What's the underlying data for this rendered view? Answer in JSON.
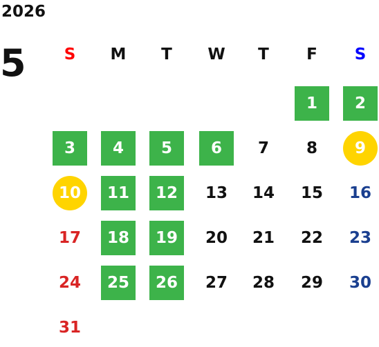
{
  "calendar": {
    "year": "2026",
    "month": "5",
    "weekdays": [
      {
        "label": "S",
        "color": "#ff0000"
      },
      {
        "label": "M",
        "color": "#111111"
      },
      {
        "label": "T",
        "color": "#111111"
      },
      {
        "label": "W",
        "color": "#111111"
      },
      {
        "label": "T",
        "color": "#111111"
      },
      {
        "label": "F",
        "color": "#111111"
      },
      {
        "label": "S",
        "color": "#0000ff"
      }
    ],
    "first_weekday_index": 5,
    "days": [
      {
        "day": "1",
        "highlight": "green"
      },
      {
        "day": "2",
        "highlight": "green"
      },
      {
        "day": "3",
        "highlight": "green"
      },
      {
        "day": "4",
        "highlight": "green"
      },
      {
        "day": "5",
        "highlight": "green"
      },
      {
        "day": "6",
        "highlight": "green"
      },
      {
        "day": "7",
        "highlight": "none"
      },
      {
        "day": "8",
        "highlight": "none"
      },
      {
        "day": "9",
        "highlight": "yellow"
      },
      {
        "day": "10",
        "highlight": "yellow"
      },
      {
        "day": "11",
        "highlight": "green"
      },
      {
        "day": "12",
        "highlight": "green"
      },
      {
        "day": "13",
        "highlight": "none"
      },
      {
        "day": "14",
        "highlight": "none"
      },
      {
        "day": "15",
        "highlight": "none"
      },
      {
        "day": "16",
        "highlight": "none"
      },
      {
        "day": "17",
        "highlight": "none"
      },
      {
        "day": "18",
        "highlight": "green"
      },
      {
        "day": "19",
        "highlight": "green"
      },
      {
        "day": "20",
        "highlight": "none"
      },
      {
        "day": "21",
        "highlight": "none"
      },
      {
        "day": "22",
        "highlight": "none"
      },
      {
        "day": "23",
        "highlight": "none"
      },
      {
        "day": "24",
        "highlight": "none"
      },
      {
        "day": "25",
        "highlight": "green"
      },
      {
        "day": "26",
        "highlight": "green"
      },
      {
        "day": "27",
        "highlight": "none"
      },
      {
        "day": "28",
        "highlight": "none"
      },
      {
        "day": "29",
        "highlight": "none"
      },
      {
        "day": "30",
        "highlight": "none"
      },
      {
        "day": "31",
        "highlight": "none"
      }
    ],
    "colors": {
      "green": "#3db34a",
      "yellow": "#ffd400",
      "sunday_text": "#d92424",
      "saturday_text": "#1a3f8f",
      "default_text": "#111111"
    }
  }
}
